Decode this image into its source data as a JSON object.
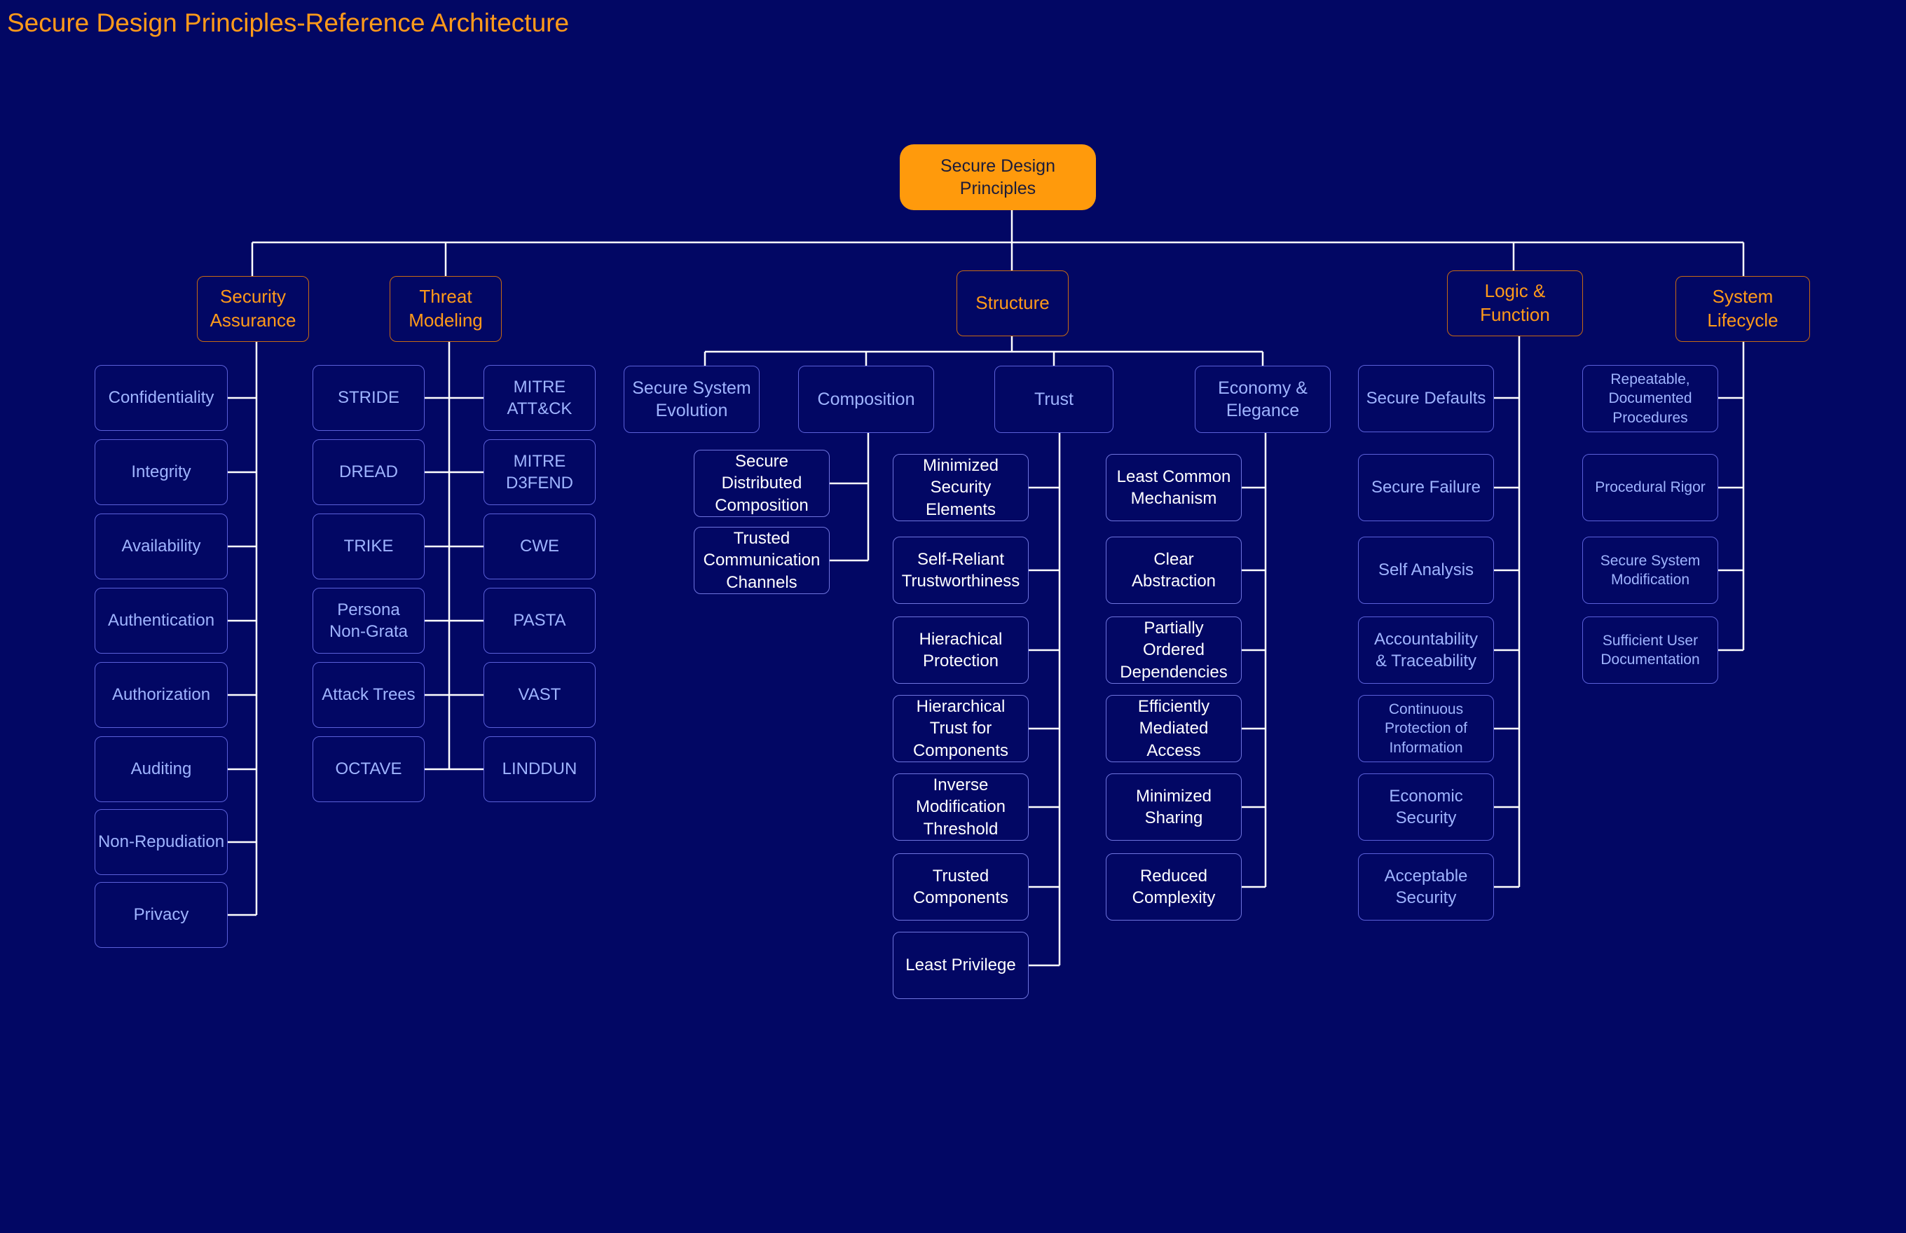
{
  "title": "Secure Design Principles-Reference Architecture",
  "colors": {
    "background": "#020764",
    "accent": "#ff9a0c",
    "line": "#ffffff",
    "box_border": "#5b60d8",
    "category_border": "#c76a13",
    "leaf_text_blue": "#9fb4ff",
    "leaf_text_white": "#ffffff"
  },
  "root": {
    "label": "Secure Design\nPrinciples"
  },
  "categories": {
    "security_assurance": {
      "label": "Security\nAssurance",
      "items": [
        "Confidentiality",
        "Integrity",
        "Availability",
        "Authentication",
        "Authorization",
        "Auditing",
        "Non-Repudiation",
        "Privacy"
      ]
    },
    "threat_modeling": {
      "label": "Threat\nModeling",
      "left_items": [
        "STRIDE",
        "DREAD",
        "TRIKE",
        "Persona\nNon-Grata",
        "Attack Trees",
        "OCTAVE"
      ],
      "right_items": [
        "MITRE\nATT&CK",
        "MITRE\nD3FEND",
        "CWE",
        "PASTA",
        "VAST",
        "LINDDUN"
      ]
    },
    "structure": {
      "label": "Structure",
      "secure_system_evolution": {
        "label": "Secure System\nEvolution"
      },
      "composition": {
        "label": "Composition",
        "items": [
          "Secure\nDistributed\nComposition",
          "Trusted\nCommunication\nChannels"
        ]
      },
      "trust": {
        "label": "Trust",
        "items": [
          "Minimized\nSecurity\nElements",
          "Self-Reliant\nTrustworthiness",
          "Hierachical\nProtection",
          "Hierarchical\nTrust for\nComponents",
          "Inverse\nModification\nThreshold",
          "Trusted\nComponents",
          "Least Privilege"
        ]
      },
      "economy_elegance": {
        "label": "Economy &\nElegance",
        "items": [
          "Least Common\nMechanism",
          "Clear\nAbstraction",
          "Partially\nOrdered\nDependencies",
          "Efficiently\nMediated\nAccess",
          "Minimized\nSharing",
          "Reduced\nComplexity"
        ]
      }
    },
    "logic_function": {
      "label": "Logic &\nFunction",
      "items": [
        "Secure Defaults",
        "Secure Failure",
        "Self Analysis",
        "Accountability\n& Traceability",
        "Continuous\nProtection of\nInformation",
        "Economic\nSecurity",
        "Acceptable\nSecurity"
      ]
    },
    "system_lifecycle": {
      "label": "System Lifecycle",
      "items": [
        "Repeatable,\nDocumented\nProcedures",
        "Procedural Rigor",
        "Secure System\nModification",
        "Sufficient User\nDocumentation"
      ]
    }
  }
}
